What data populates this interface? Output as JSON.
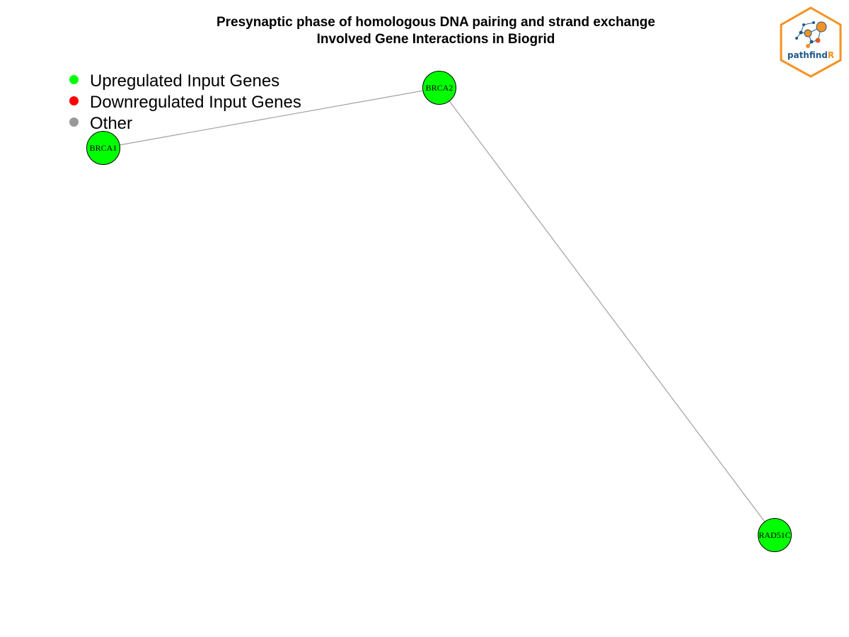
{
  "title": {
    "line1": "Presynaptic phase of homologous DNA pairing and strand exchange",
    "line2": "Involved Gene Interactions in Biogrid"
  },
  "legend": [
    {
      "label": "Upregulated Input Genes",
      "color": "#00ff00"
    },
    {
      "label": "Downregulated Input Genes",
      "color": "#ff0000"
    },
    {
      "label": "Other",
      "color": "#999999"
    }
  ],
  "network": {
    "nodes": [
      {
        "id": "BRCA1",
        "label": "BRCA1",
        "status": "upregulated"
      },
      {
        "id": "BRCA2",
        "label": "BRCA2",
        "status": "upregulated"
      },
      {
        "id": "RAD51C",
        "label": "RAD51C",
        "status": "upregulated"
      }
    ],
    "edges": [
      {
        "source": "BRCA1",
        "target": "BRCA2"
      },
      {
        "source": "BRCA2",
        "target": "RAD51C"
      }
    ],
    "node_fill": "#00ff00",
    "edge_color": "#a0a0a0"
  },
  "logo": {
    "text_main": "pathfind",
    "text_accent": "R",
    "border_color": "#f39223",
    "text_color": "#1f5a8a"
  }
}
